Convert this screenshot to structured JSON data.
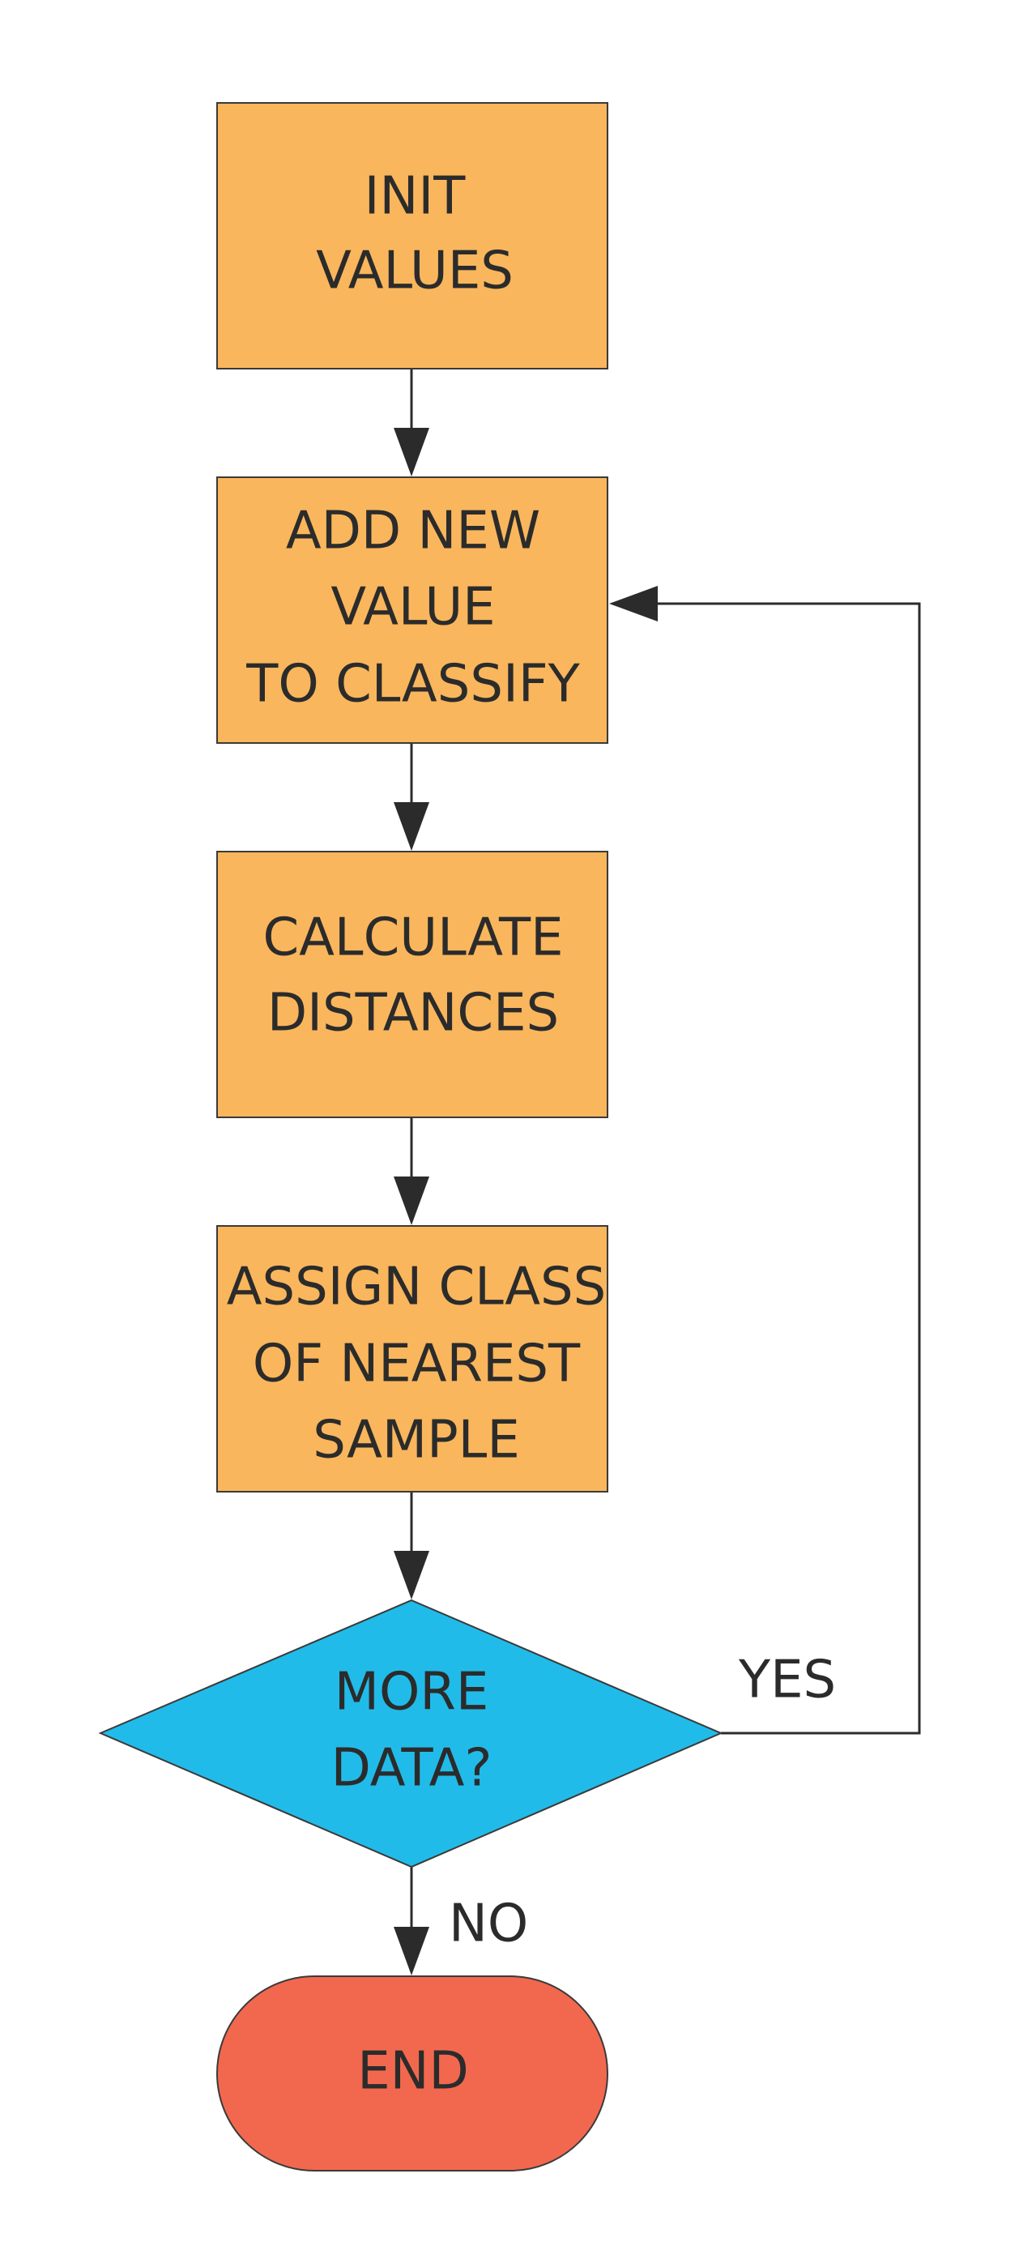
{
  "colors": {
    "process_fill": "#F9B65C",
    "decision_fill": "#21BBE9",
    "terminal_fill": "#F2684E",
    "line": "#2B2B2B",
    "text": "#2B2B2B"
  },
  "nodes": {
    "init": {
      "lines": [
        "INIT",
        "VALUES"
      ]
    },
    "add_new_value": {
      "lines": [
        "ADD NEW",
        "VALUE",
        "TO CLASSIFY"
      ]
    },
    "calculate": {
      "lines": [
        "CALCULATE",
        "DISTANCES"
      ]
    },
    "assign": {
      "lines": [
        "ASSIGN CLASS",
        "OF NEAREST",
        "SAMPLE"
      ]
    },
    "decision": {
      "lines": [
        "MORE",
        "DATA?"
      ]
    },
    "end": {
      "lines": [
        "END"
      ]
    }
  },
  "edges": {
    "yes_label": "YES",
    "no_label": "NO"
  }
}
